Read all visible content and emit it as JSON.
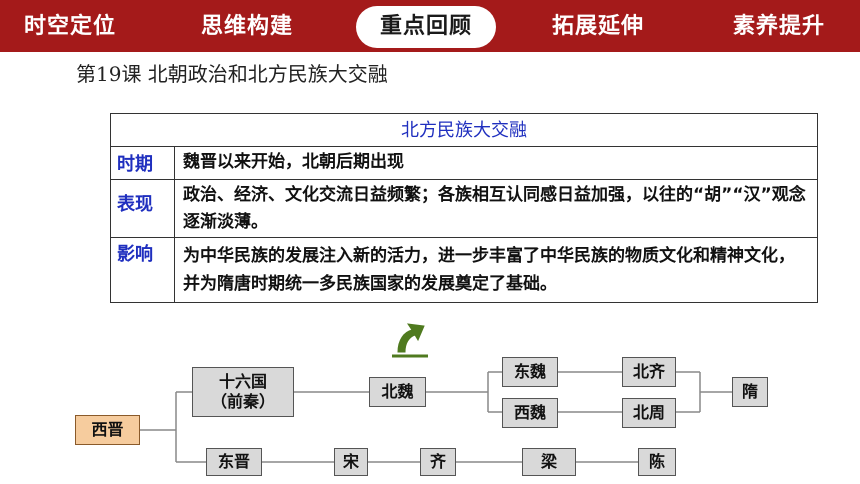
{
  "nav": {
    "tabs": [
      {
        "label": "时空定位"
      },
      {
        "label": "思维构建"
      },
      {
        "label": "重点回顾"
      },
      {
        "label": "拓展延伸"
      },
      {
        "label": "素养提升"
      }
    ],
    "active_index": 2
  },
  "lesson_title": "第19课  北朝政治和北方民族大交融",
  "summary": {
    "heading": "北方民族大交融",
    "rows": [
      {
        "label": "时期",
        "value": "魏晋以来开始，北朝后期出现"
      },
      {
        "label": "表现",
        "value": "政治、经济、文化交流日益频繁；各族相互认同感日益加强，以往的“胡”“汉”观念逐渐淡薄。"
      },
      {
        "label": "影响",
        "value": "为中华民族的发展注入新的活力，进一步丰富了中华民族的物质文化和精神文化，并为隋唐时期统一多民族国家的发展奠定了基础。"
      }
    ]
  },
  "diagram": {
    "xijin": "西晋",
    "shiliuguo_line1": "十六国",
    "shiliuguo_line2": "（前秦）",
    "beiwei": "北魏",
    "dongwei": "东魏",
    "xiwei": "西魏",
    "beiqi": "北齐",
    "beizhou": "北周",
    "sui": "隋",
    "dongjin": "东晋",
    "song": "宋",
    "qi": "齐",
    "liang": "梁",
    "chen": "陈"
  },
  "colors": {
    "nav_bg": "#a41a1a",
    "heading_blue": "#1f2fbf",
    "arrow_green": "#4f7a1f",
    "box_gray": "#d9d9d9",
    "box_orange": "#f6cc9e"
  }
}
